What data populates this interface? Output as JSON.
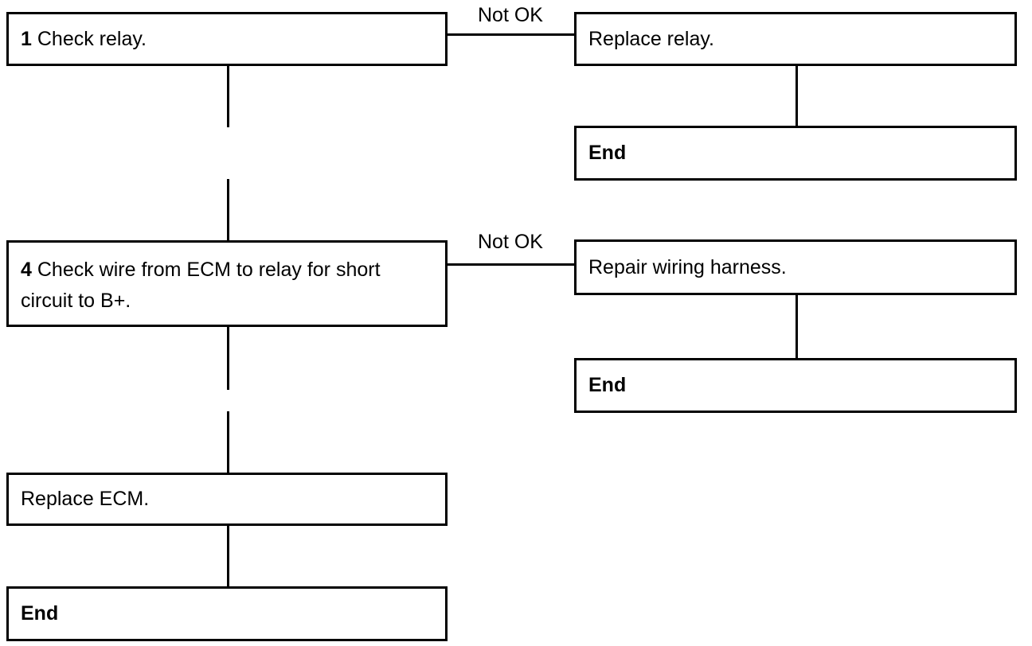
{
  "steps": {
    "step1": {
      "number": "1",
      "text": "Check relay."
    },
    "step1_fail_label": "Not OK",
    "replace_relay": "Replace relay.",
    "end1": "End",
    "step4": {
      "number": "4",
      "line1": "Check wire from ECM to relay for short",
      "line2": "circuit to B+."
    },
    "step4_fail_label": "Not OK",
    "repair_harness": "Repair wiring harness.",
    "end2": "End",
    "replace_ecm": "Replace ECM.",
    "end3": "End"
  }
}
